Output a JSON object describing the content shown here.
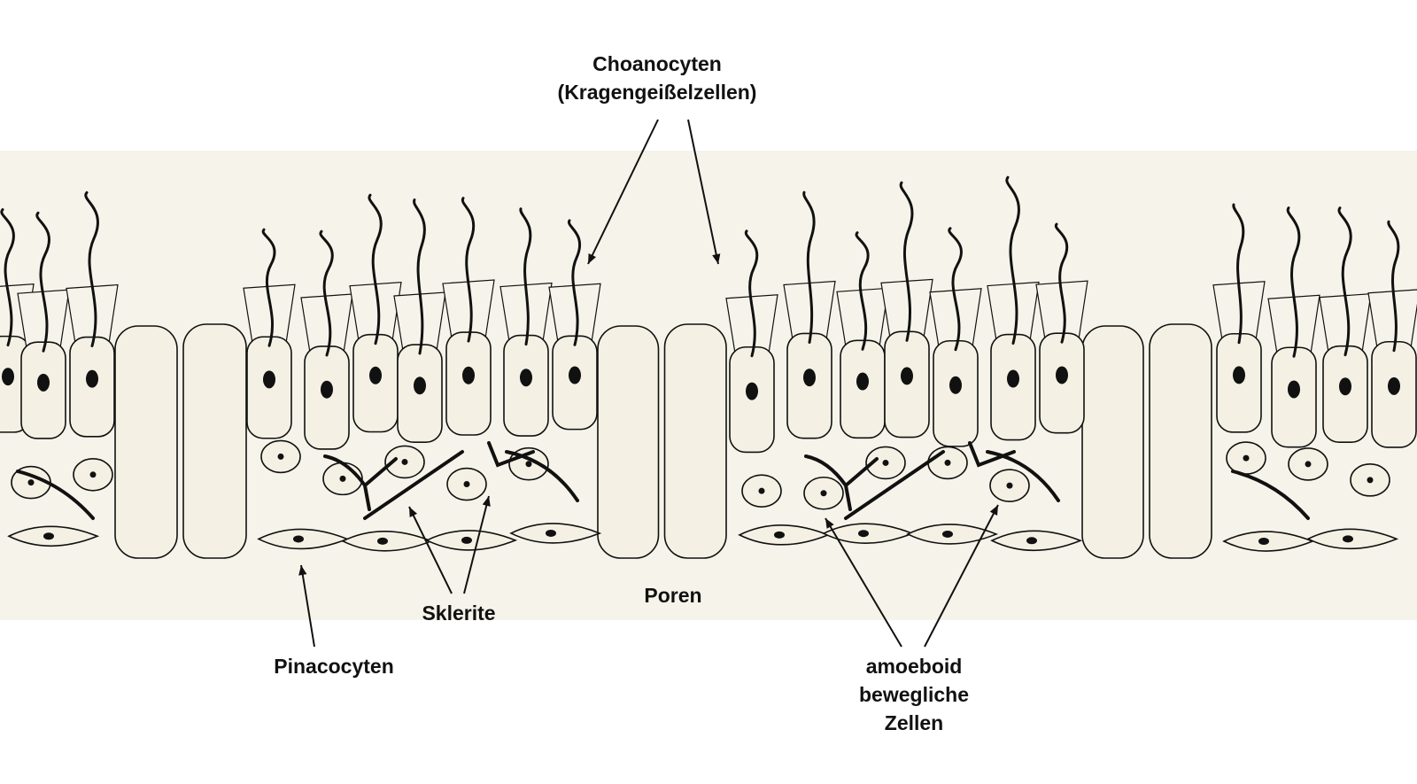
{
  "labels": {
    "choanocyten_line1": "Choanocyten",
    "choanocyten_line2": "(Kragengeißelzellen)",
    "sklerite": "Sklerite",
    "poren": "Poren",
    "pinacocyten": "Pinacocyten",
    "amoeboid_line1": "amoeboid",
    "amoeboid_line2": "bewegliche",
    "amoeboid_line3": "Zellen"
  },
  "colors": {
    "band": "#f6f4ea",
    "cell_fill": "#f4f1e4",
    "ink": "#111111"
  }
}
